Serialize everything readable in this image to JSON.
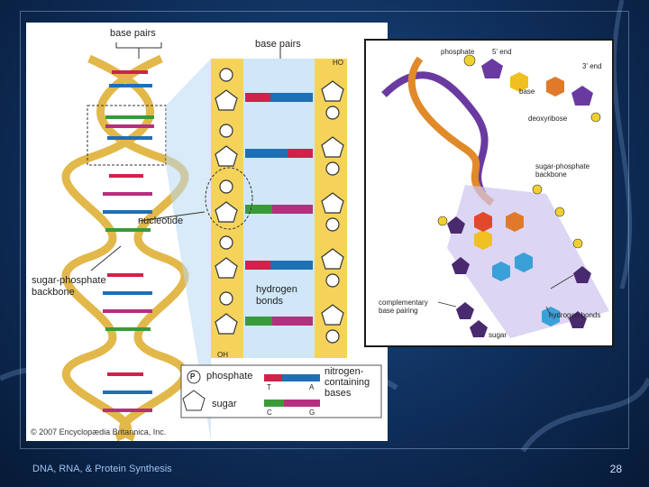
{
  "left_figure": {
    "base_pairs_top": "base pairs",
    "base_pairs_right": "base pairs",
    "nucleotide": "nucleotide",
    "sugar_phosphate_backbone": "sugar-phosphate backbone",
    "hydrogen_bonds": "hydrogen bonds",
    "ho": "HO",
    "oh": "OH",
    "copyright": "© 2007 Encyclopædia Britannica, Inc."
  },
  "legend": {
    "p_label": "P",
    "phosphate": "phosphate",
    "sugar": "sugar",
    "nitrogen_containing_bases": "nitrogen-containing bases",
    "bases": [
      "T",
      "A",
      "C",
      "G"
    ]
  },
  "right_figure": {
    "phosphate": "phosphate",
    "five_end": "5' end",
    "three_end": "3' end",
    "base": "base",
    "deoxyribose": "deoxyribose",
    "sugar_phosphate_backbone": "sugar-phosphate backbone",
    "complementary_base_pairing": "complementary base pairing",
    "hydrogen_bonds": "hydrogen bonds",
    "sugar": "sugar"
  },
  "footer": {
    "title": "DNA, RNA, & Protein Synthesis",
    "page": "28"
  },
  "colors": {
    "background": "#0f2f5c",
    "T": "#d2214a",
    "A": "#1f6fb5",
    "C": "#3a9a3a",
    "G": "#b3307f",
    "backbone": "#f2c84b"
  }
}
